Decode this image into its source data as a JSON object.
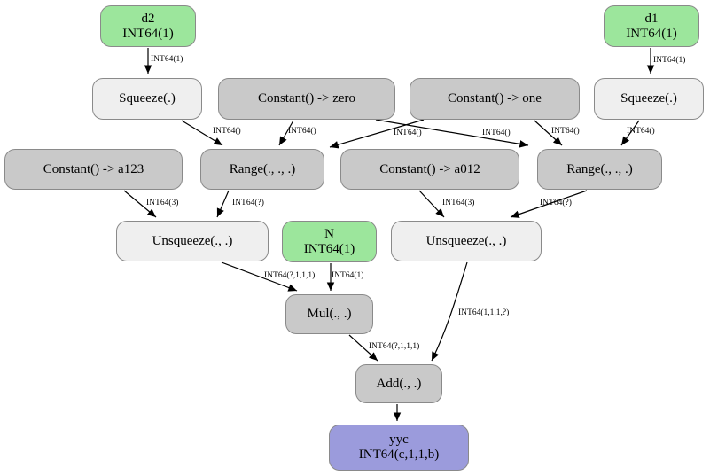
{
  "diagram": {
    "type": "computation-graph",
    "background": "#ffffff",
    "colors": {
      "input_fill": "#9ce69c",
      "op_light_fill": "#efefef",
      "op_dark_fill": "#c9c9c9",
      "output_fill": "#9b9bdc",
      "node_border": "#8a8a8a",
      "edge_stroke": "#000000",
      "text": "#000000"
    },
    "nodes": {
      "d2": {
        "kind": "input",
        "lines": [
          "d2",
          "INT64(1)"
        ]
      },
      "d1": {
        "kind": "input",
        "lines": [
          "d1",
          "INT64(1)"
        ]
      },
      "squeeze_l": {
        "kind": "op-light",
        "lines": [
          "Squeeze(.)"
        ]
      },
      "const_zero": {
        "kind": "op-dark",
        "lines": [
          "Constant() -> zero"
        ]
      },
      "const_one": {
        "kind": "op-dark",
        "lines": [
          "Constant() -> one"
        ]
      },
      "squeeze_r": {
        "kind": "op-light",
        "lines": [
          "Squeeze(.)"
        ]
      },
      "const_a123": {
        "kind": "op-dark",
        "lines": [
          "Constant() -> a123"
        ]
      },
      "range_l": {
        "kind": "op-dark",
        "lines": [
          "Range(., ., .)"
        ]
      },
      "const_a012": {
        "kind": "op-dark",
        "lines": [
          "Constant() -> a012"
        ]
      },
      "range_r": {
        "kind": "op-dark",
        "lines": [
          "Range(., ., .)"
        ]
      },
      "unsqueeze_l": {
        "kind": "op-light",
        "lines": [
          "Unsqueeze(., .)"
        ]
      },
      "n": {
        "kind": "input",
        "lines": [
          "N",
          "INT64(1)"
        ]
      },
      "unsqueeze_r": {
        "kind": "op-light",
        "lines": [
          "Unsqueeze(., .)"
        ]
      },
      "mul": {
        "kind": "op-dark",
        "lines": [
          "Mul(., .)"
        ]
      },
      "add": {
        "kind": "op-dark",
        "lines": [
          "Add(., .)"
        ]
      },
      "yyc": {
        "kind": "output",
        "lines": [
          "yyc",
          "INT64(c,1,1,b)"
        ]
      }
    },
    "edges": [
      {
        "from": "d2",
        "to": "squeeze_l",
        "label": "INT64(1)"
      },
      {
        "from": "d1",
        "to": "squeeze_r",
        "label": "INT64(1)"
      },
      {
        "from": "squeeze_l",
        "to": "range_l",
        "label": "INT64()"
      },
      {
        "from": "const_zero",
        "to": "range_l",
        "label": "INT64()"
      },
      {
        "from": "const_zero",
        "to": "range_r",
        "label": "INT64()"
      },
      {
        "from": "const_one",
        "to": "range_l",
        "label": "INT64()"
      },
      {
        "from": "const_one",
        "to": "range_r",
        "label": "INT64()"
      },
      {
        "from": "squeeze_r",
        "to": "range_r",
        "label": "INT64()"
      },
      {
        "from": "const_a123",
        "to": "unsqueeze_l",
        "label": "INT64(3)"
      },
      {
        "from": "range_l",
        "to": "unsqueeze_l",
        "label": "INT64(?)"
      },
      {
        "from": "const_a012",
        "to": "unsqueeze_r",
        "label": "INT64(3)"
      },
      {
        "from": "range_r",
        "to": "unsqueeze_r",
        "label": "INT64(?)"
      },
      {
        "from": "unsqueeze_l",
        "to": "mul",
        "label": "INT64(?,1,1,1)"
      },
      {
        "from": "n",
        "to": "mul",
        "label": "INT64(1)"
      },
      {
        "from": "mul",
        "to": "add",
        "label": "INT64(?,1,1,1)"
      },
      {
        "from": "unsqueeze_r",
        "to": "add",
        "label": "INT64(1,1,1,?)"
      },
      {
        "from": "add",
        "to": "yyc",
        "label": ""
      }
    ]
  }
}
